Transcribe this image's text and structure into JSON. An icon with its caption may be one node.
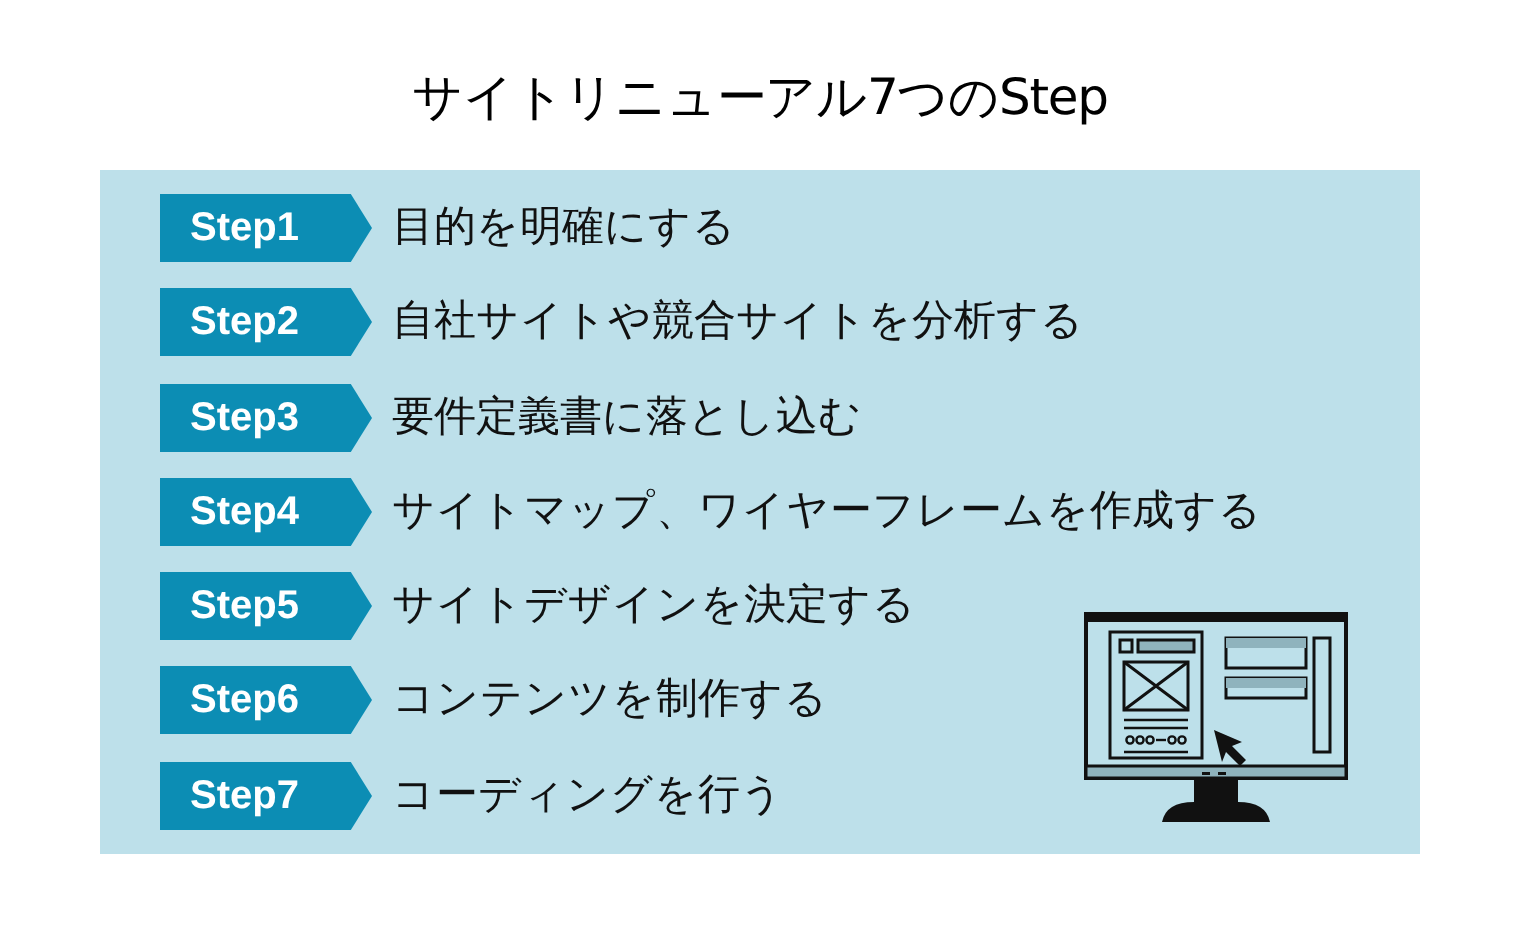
{
  "diagram": {
    "title": "サイトリニューアル7つのStep",
    "nodes": [
      {
        "text": [
          "Step1"
        ],
        "beside": [
          "目的を明確にする"
        ]
      },
      {
        "text": [
          "Step2"
        ],
        "beside": [
          "自社サイトや競合サイトを分析する"
        ]
      },
      {
        "text": [
          "Step3"
        ],
        "beside": [
          "要件定義書に落とし込む"
        ]
      },
      {
        "text": [
          "Step4"
        ],
        "beside": [
          "サイトマップ、ワイヤーフレームを作成する"
        ]
      },
      {
        "text": [
          "Step5"
        ],
        "beside": [
          "サイトデザインを決定する"
        ]
      },
      {
        "text": [
          "Step6"
        ],
        "beside": [
          "コンテンツを制作する"
        ]
      },
      {
        "text": [
          "Step7"
        ],
        "beside": [
          "コーディングを行う"
        ]
      }
    ]
  }
}
